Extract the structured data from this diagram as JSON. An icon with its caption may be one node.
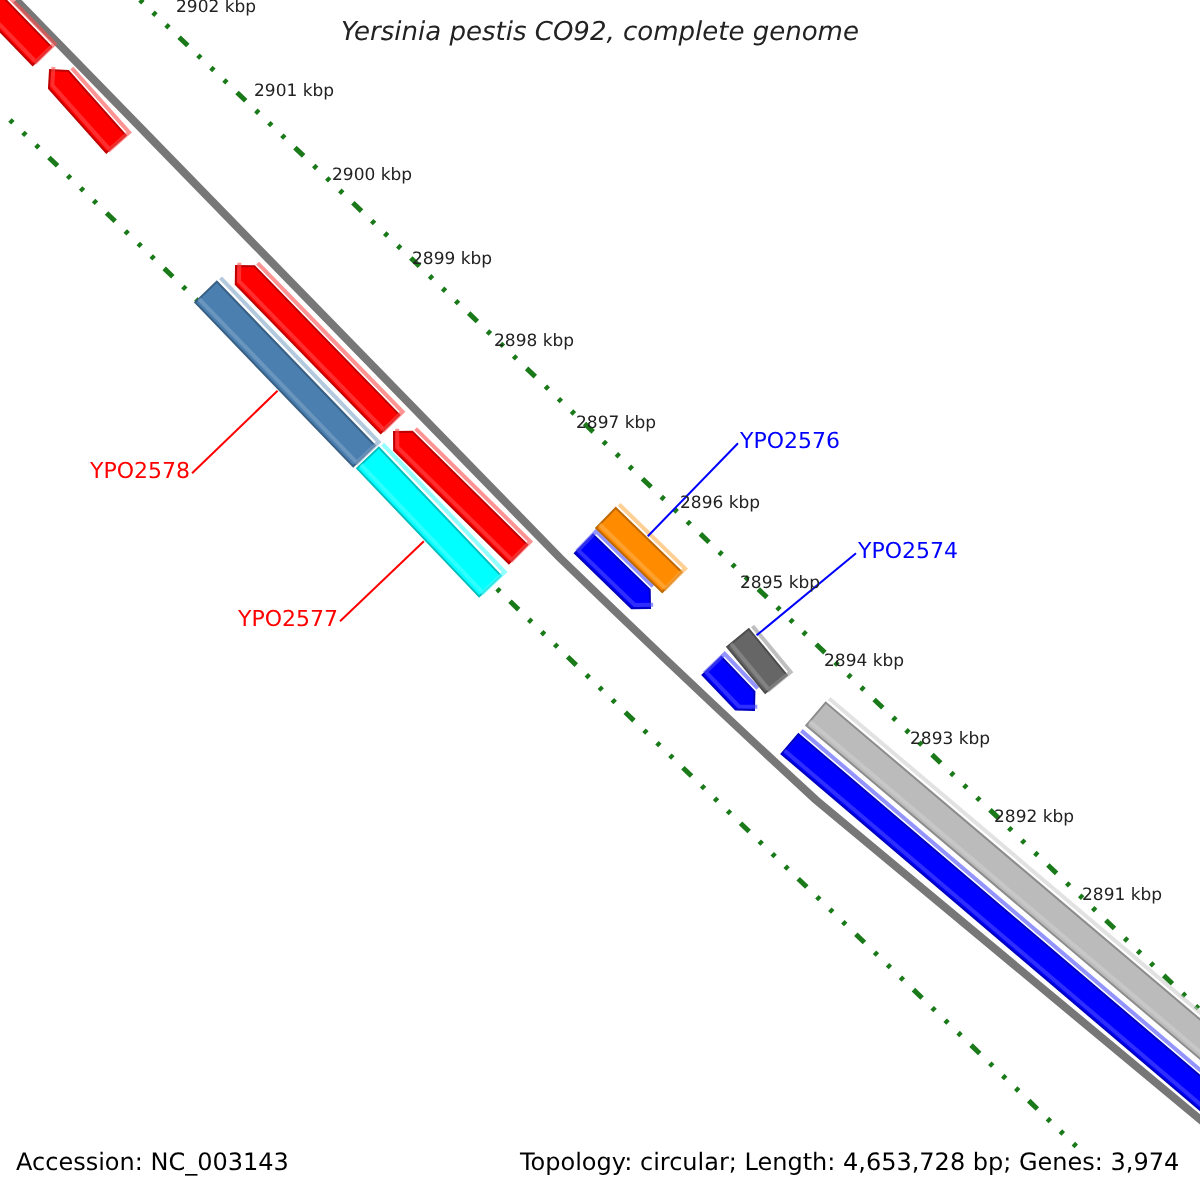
{
  "diagram": {
    "title": "Yersinia pestis CO92, complete genome",
    "nodes": [
      {
        "text": [],
        "shape": "bar"
      },
      {
        "text": [],
        "shape": "arrow"
      },
      {
        "text": [],
        "shape": "bar"
      },
      {
        "text": [],
        "shape": "arrow"
      },
      {
        "text": [],
        "shape": "arrow"
      },
      {
        "text": [],
        "shape": "bar"
      },
      {
        "text": [],
        "shape": "bar"
      },
      {
        "text": [],
        "shape": "arrow"
      },
      {
        "text": [],
        "shape": "bar"
      },
      {
        "text": [],
        "shape": "arrow"
      },
      {
        "text": [],
        "shape": "bar"
      },
      {
        "text": [],
        "shape": "bar"
      },
      {
        "text": [
          "YPO2578"
        ]
      },
      {
        "text": [
          "YPO2577"
        ]
      },
      {
        "text": [
          "YPO2576"
        ]
      },
      {
        "text": [
          "YPO2574"
        ]
      }
    ],
    "edges": [
      {
        "from": 12,
        "to": 2,
        "arrow": "none",
        "color": "#ff0000"
      },
      {
        "from": 13,
        "to": 5,
        "arrow": "none",
        "color": "#ff0000"
      },
      {
        "from": 14,
        "to": 6,
        "arrow": "none",
        "color": "#0000ff"
      },
      {
        "from": 15,
        "to": 8,
        "arrow": "none",
        "color": "#0000ff"
      }
    ],
    "labels": [
      "2902 kbp",
      "2901 kbp",
      "2900 kbp",
      "2899 kbp",
      "2898 kbp",
      "2897 kbp",
      "2896 kbp",
      "2895 kbp",
      "2894 kbp",
      "2893 kbp",
      "2892 kbp",
      "2891 kbp",
      "Accession: NC_003143",
      "Topology: circular; Length: 4,653,728 bp; Genes: 3,974"
    ]
  }
}
